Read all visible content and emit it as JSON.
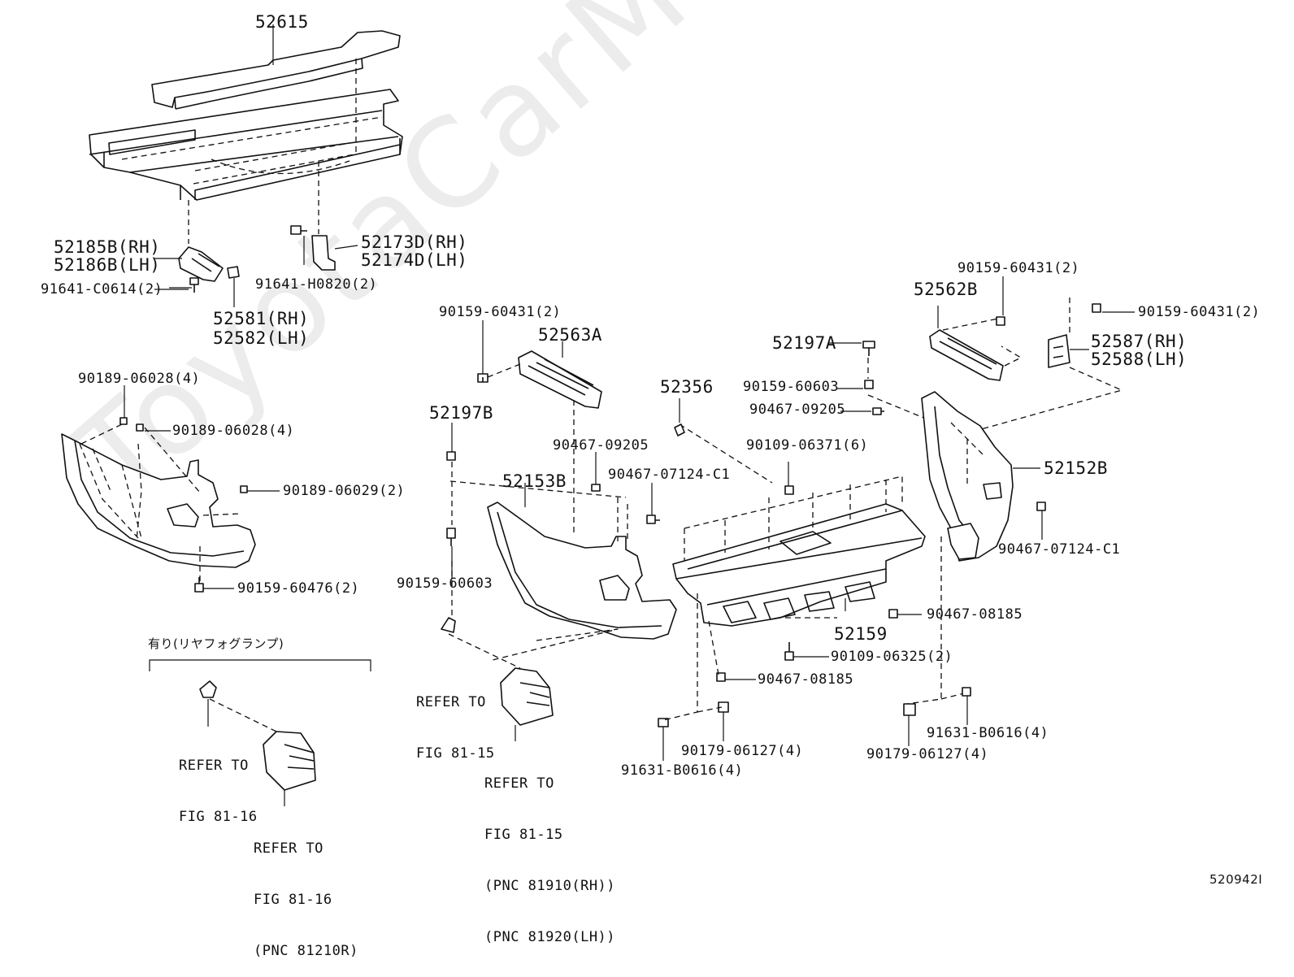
{
  "watermark": "ToyotaCarMine.ru",
  "figure_id": "520942I",
  "labels": {
    "p52615": "52615",
    "p52185b_rh": "52185B(RH)",
    "p52186b_lh": "52186B(LH)",
    "p91641_c0614": "91641-C0614(2)",
    "p52581_rh": "52581(RH)",
    "p52582_lh": "52582(LH)",
    "p52173d_rh": "52173D(RH)",
    "p52174d_lh": "52174D(LH)",
    "p91641_h0820": "91641-H0820(2)",
    "p90189_06028_a": "90189-06028(4)",
    "p90189_06028_b": "90189-06028(4)",
    "p90189_06029": "90189-06029(2)",
    "p90159_60476": "90159-60476(2)",
    "p90159_60431_a": "90159-60431(2)",
    "p52563a": "52563A",
    "p52197b": "52197B",
    "p52153b": "52153B",
    "p90159_60603_a": "90159-60603",
    "p90467_09205_a": "90467-09205",
    "p90467_07124_a": "90467-07124-C1",
    "p52356": "52356",
    "p90109_06371": "90109-06371(6)",
    "p52159": "52159",
    "p90467_08185_a": "90467-08185",
    "p90467_08185_b": "90467-08185",
    "p90109_06325": "90109-06325(2)",
    "p90179_06127_a": "90179-06127(4)",
    "p91631_b0616_a": "91631-B0616(4)",
    "p90179_06127_b": "90179-06127(4)",
    "p91631_b0616_b": "91631-B0616(4)",
    "p52197a": "52197A",
    "p90159_60603_b": "90159-60603",
    "p90467_09205_b": "90467-09205",
    "p52562b": "52562B",
    "p90159_60431_b": "90159-60431(2)",
    "p90159_60431_c": "90159-60431(2)",
    "p52587_rh": "52587(RH)",
    "p52588_lh": "52588(LH)",
    "p52152b": "52152B",
    "p90467_07124_b": "90467-07124-C1",
    "fog_header": "有り(リヤフォグランプ)",
    "refer_81_16_a_1": "REFER TO",
    "refer_81_16_a_2": "FIG 81-16",
    "refer_81_16_b_1": "REFER TO",
    "refer_81_16_b_2": "FIG 81-16",
    "refer_81_16_b_3": "(PNC 81210R)",
    "refer_81_15_a_1": "REFER TO",
    "refer_81_15_a_2": "FIG 81-15",
    "refer_81_15_b_1": "REFER TO",
    "refer_81_15_b_2": "FIG 81-15",
    "refer_81_15_b_3": "(PNC 81910(RH))",
    "refer_81_15_b_4": "(PNC 81920(LH))"
  }
}
